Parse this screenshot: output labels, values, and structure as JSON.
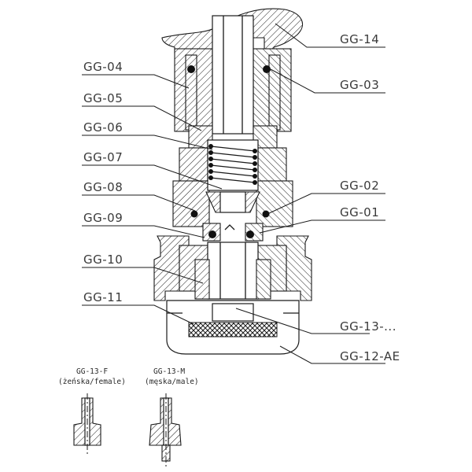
{
  "labels_left": [
    "GG-04",
    "GG-05",
    "GG-06",
    "GG-07",
    "GG-08",
    "GG-09",
    "GG-10",
    "GG-11"
  ],
  "labels_right": [
    "GG-14",
    "GG-03",
    "GG-02",
    "GG-01",
    "GG-13-...",
    "GG-12-AE"
  ],
  "variants": {
    "female": {
      "code": "GG-13-F",
      "caption": "(żeńska/female)"
    },
    "male": {
      "code": "GG-13-M",
      "caption": "(męska/male)"
    }
  }
}
